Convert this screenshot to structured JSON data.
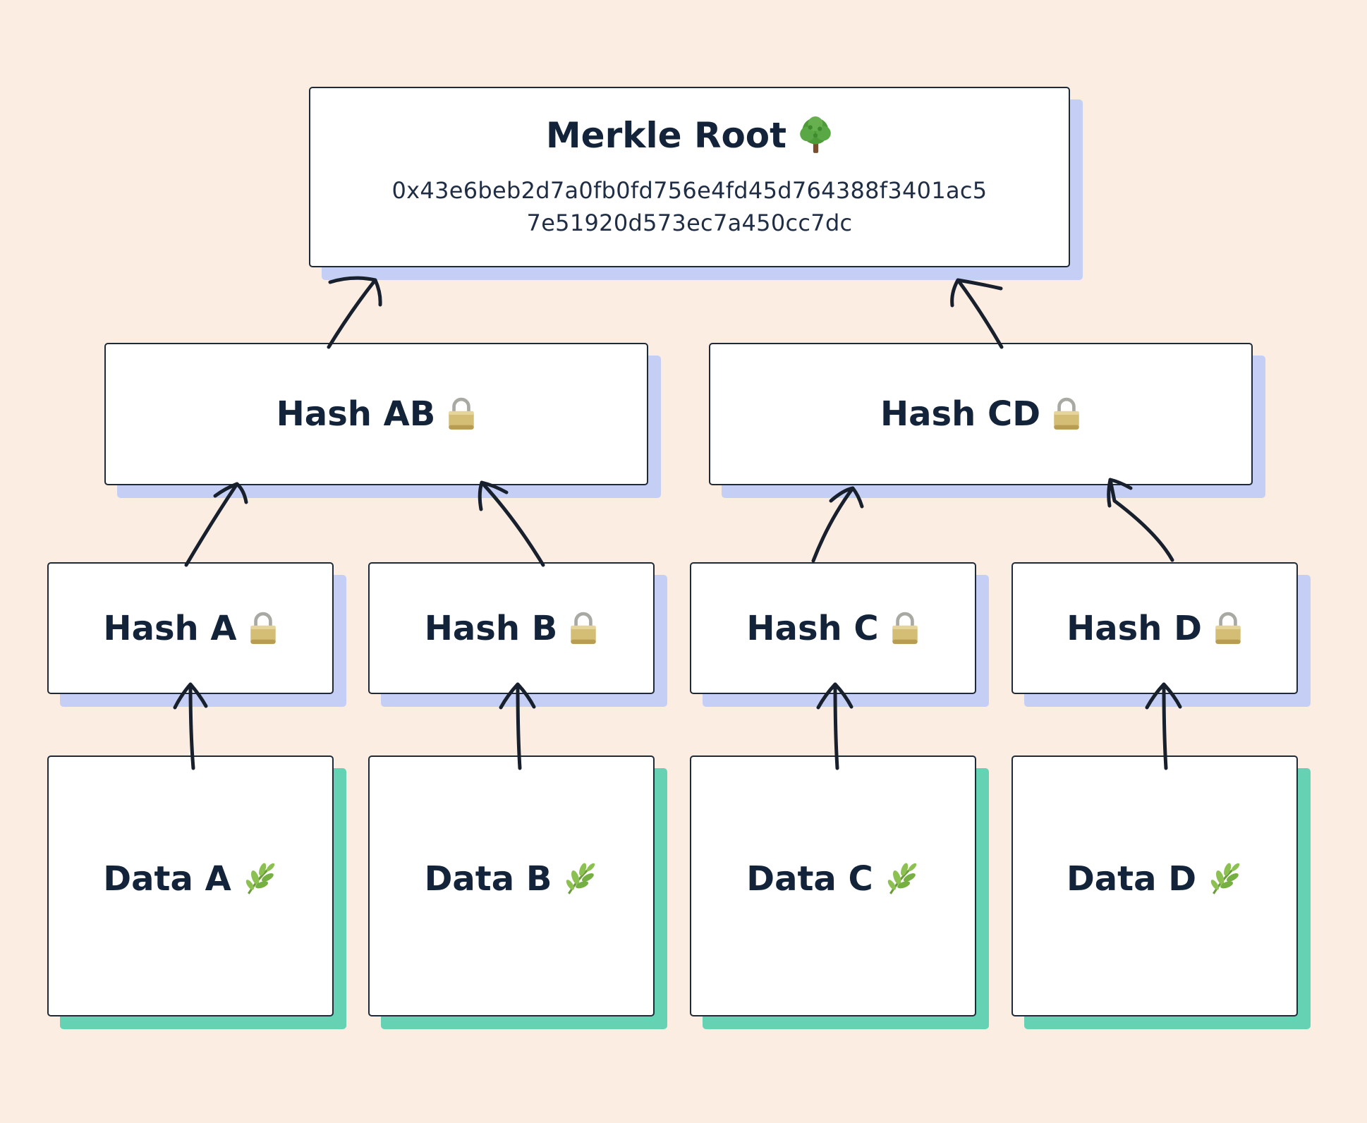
{
  "root": {
    "title": "Merkle Root",
    "hash_line1": "0x43e6beb2d7a0fb0fd756e4fd45d764388f3401ac5",
    "hash_line2": "7e51920d573ec7a450cc7dc",
    "icon": "tree-icon"
  },
  "level1": [
    {
      "label": "Hash AB",
      "icon": "lock-icon"
    },
    {
      "label": "Hash CD",
      "icon": "lock-icon"
    }
  ],
  "level2": [
    {
      "label": "Hash A",
      "icon": "lock-icon"
    },
    {
      "label": "Hash B",
      "icon": "lock-icon"
    },
    {
      "label": "Hash C",
      "icon": "lock-icon"
    },
    {
      "label": "Hash D",
      "icon": "lock-icon"
    }
  ],
  "data": [
    {
      "label": "Data A",
      "icon": "leaf-icon"
    },
    {
      "label": "Data B",
      "icon": "leaf-icon"
    },
    {
      "label": "Data C",
      "icon": "leaf-icon"
    },
    {
      "label": "Data D",
      "icon": "leaf-icon"
    }
  ],
  "colors": {
    "background": "#fbede2",
    "hash_shadow": "#c5cef5",
    "data_shadow": "#66d2b4",
    "text": "#13233a",
    "border": "#1e2a38"
  }
}
